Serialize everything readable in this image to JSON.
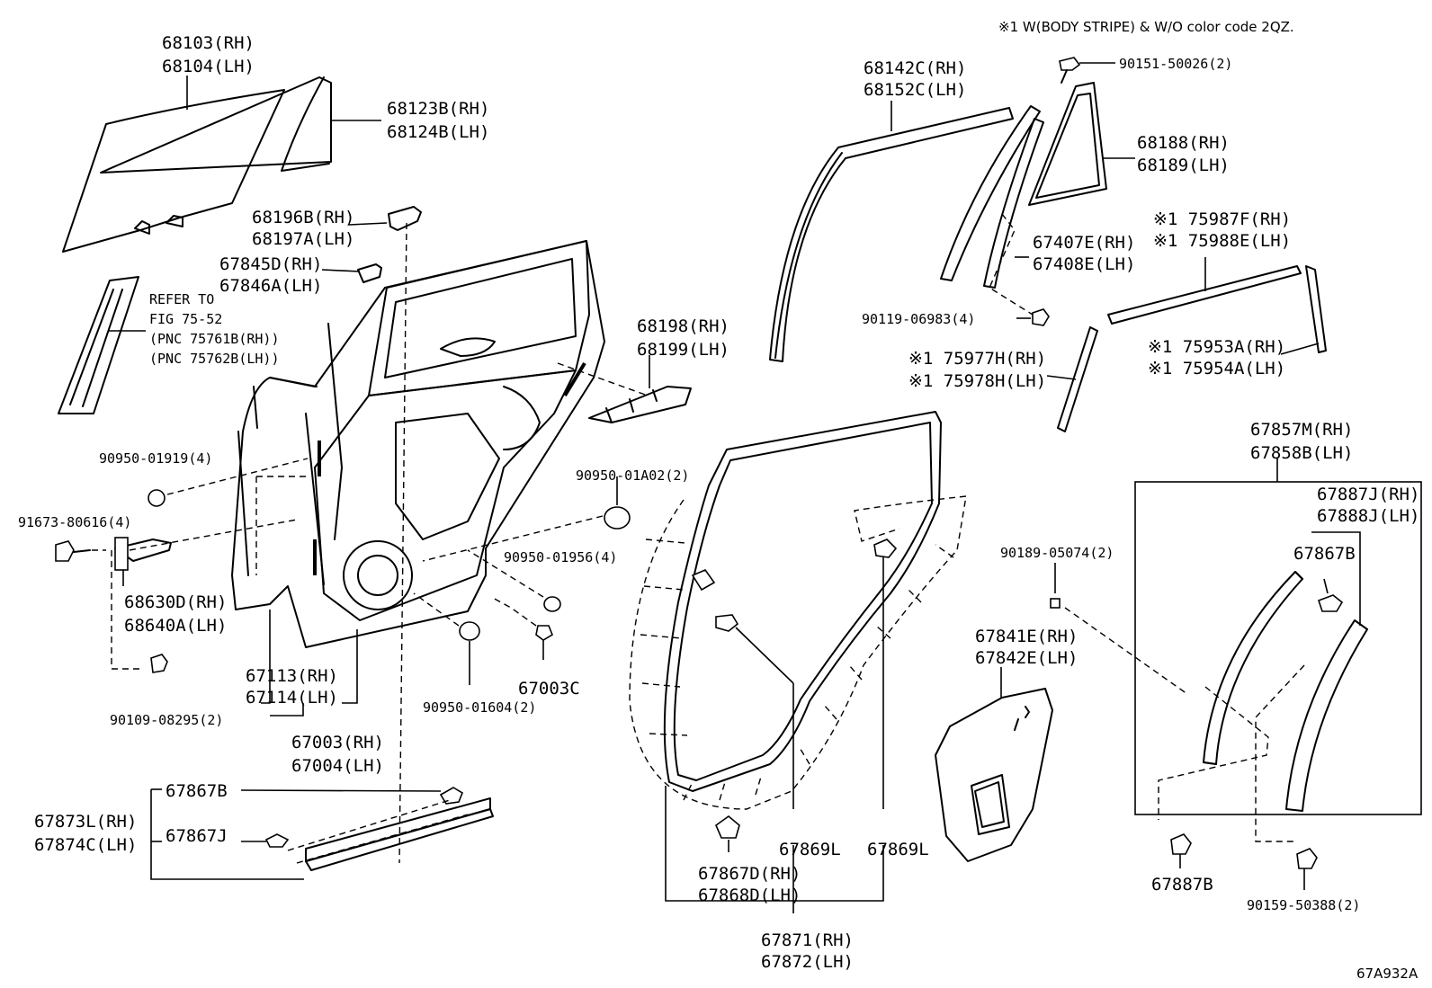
{
  "header": {
    "note": "※1 W(BODY STRIPE) & W/O color code 2QZ."
  },
  "footer": {
    "code": "67A932A"
  },
  "labels": {
    "p68103": "68103(RH)",
    "p68104": "68104(LH)",
    "p68123b": "68123B(RH)",
    "p68124b": "68124B(LH)",
    "p68196b": "68196B(RH)",
    "p68197a": "68197A(LH)",
    "p67845d": "67845D(RH)",
    "p67846a": "67846A(LH)",
    "refer1": "REFER TO",
    "refer2": "FIG 75-52",
    "refer3": "(PNC 75761B(RH))",
    "refer4": "(PNC 75762B(LH))",
    "p68198": "68198(RH)",
    "p68199": "68199(LH)",
    "p90950_01919": "90950-01919(4)",
    "p91673": "91673-80616(4)",
    "p90950_01a02": "90950-01A02(2)",
    "p90950_01956": "90950-01956(4)",
    "p68630d": "68630D(RH)",
    "p68640a": "68640A(LH)",
    "p67113": "67113(RH)",
    "p67114": "67114(LH)",
    "p67003c": "67003C",
    "p90950_01604": "90950-01604(2)",
    "p90109": "90109-08295(2)",
    "p67003": "67003(RH)",
    "p67004": "67004(LH)",
    "p67867b_a": "67867B",
    "p67873l": "67873L(RH)",
    "p67874c": "67874C(LH)",
    "p67867j": "67867J",
    "p68142c": "68142C(RH)",
    "p68152c": "68152C(LH)",
    "p90151": "90151-50026(2)",
    "p68188": "68188(RH)",
    "p68189": "68189(LH)",
    "p67407e": "67407E(RH)",
    "p67408e": "67408E(LH)",
    "p90119": "90119-06983(4)",
    "p75987f": "※1 75987F(RH)",
    "p75988e": "※1 75988E(LH)",
    "p75977h": "※1 75977H(RH)",
    "p75978h": "※1 75978H(LH)",
    "p75953a": "※1 75953A(RH)",
    "p75954a": "※1 75954A(LH)",
    "p67857m": "67857M(RH)",
    "p67858b": "67858B(LH)",
    "p67887j": "67887J(RH)",
    "p67888j": "67888J(LH)",
    "p67867b_b": "67867B",
    "p90189": "90189-05074(2)",
    "p67841e": "67841E(RH)",
    "p67842e": "67842E(LH)",
    "p67869l_a": "67869L",
    "p67869l_b": "67869L",
    "p67867d": "67867D(RH)",
    "p67868d": "67868D(LH)",
    "p67871": "67871(RH)",
    "p67872": "67872(LH)",
    "p67887b": "67887B",
    "p90159": "90159-50388(2)"
  }
}
